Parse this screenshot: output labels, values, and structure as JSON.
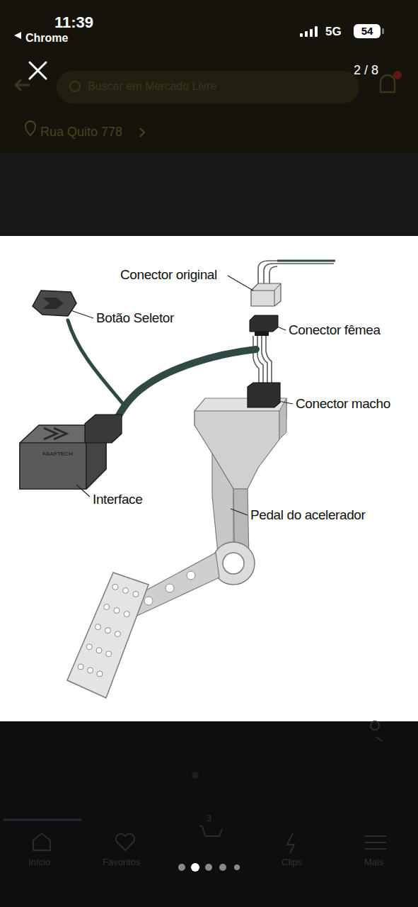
{
  "diagram": {
    "labels": [
      "11:39",
      "Chrome",
      "5G",
      "54",
      "2 / 8",
      "Buscar em Mercado Livre",
      "Rua Quito 778",
      "Conector original",
      "Botão Seletor",
      "Conector fêmea",
      "FAAFTECH",
      "Conector macho",
      "Interface",
      "Pedal do acelerador",
      "3",
      "Início",
      "Favoritos",
      "Clips",
      "Mais"
    ]
  }
}
